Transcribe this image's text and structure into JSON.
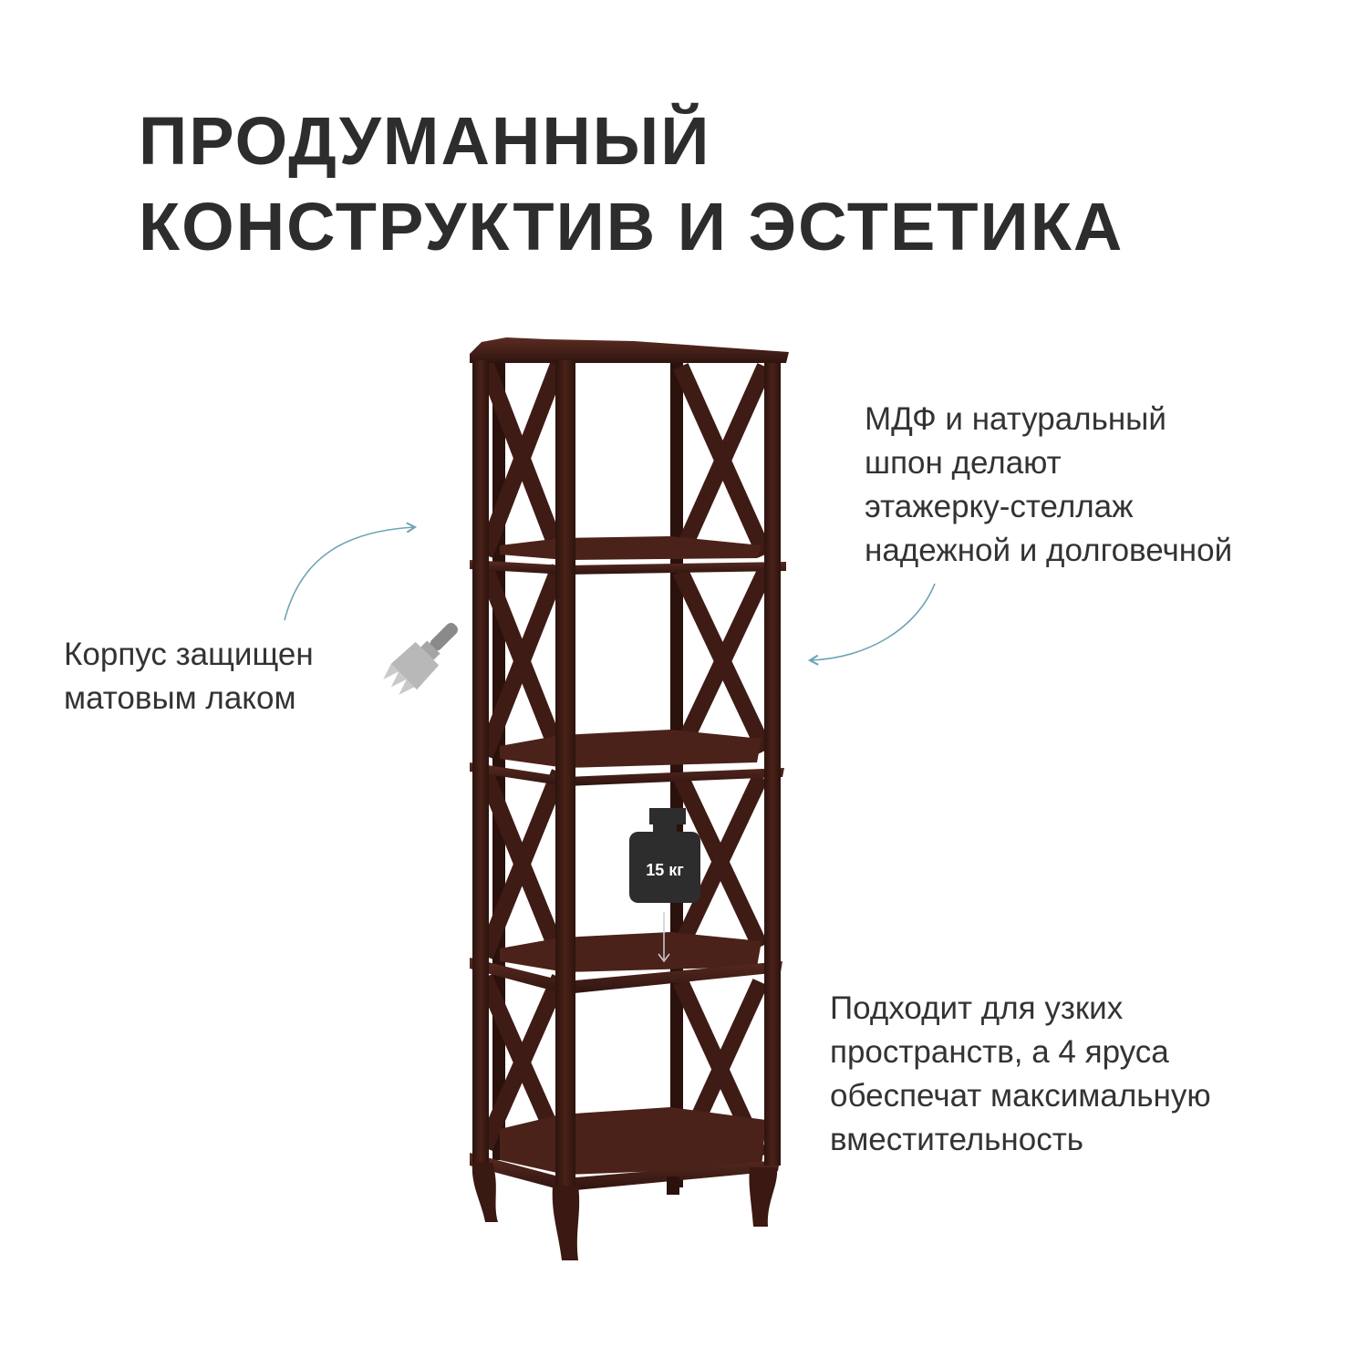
{
  "heading": {
    "line1": "ПРОДУМАННЫЙ",
    "line2": "КОНСТРУКТИВ И ЭСТЕТИКА"
  },
  "notes": {
    "lacquer": {
      "line1": "Корпус защищен",
      "line2": "матовым лаком",
      "icon": "paint-brush-icon"
    },
    "material": {
      "line1": "МДФ и натуральный",
      "line2": "шпон делают",
      "line3": "этажерку-стеллаж",
      "line4": "надежной и долговечной"
    },
    "capacity": {
      "line1": "Подходит для узких",
      "line2": "пространств, а 4 яруса",
      "line3": "обеспечат максимальную",
      "line4": "вместительность"
    }
  },
  "weight_badge": {
    "label": "15 кг",
    "icon": "weight-icon"
  },
  "colors": {
    "wood": "#3b1c15",
    "wood_light": "#5a2a20",
    "arrow": "#6fa3b5",
    "text": "#2d2d2d"
  }
}
